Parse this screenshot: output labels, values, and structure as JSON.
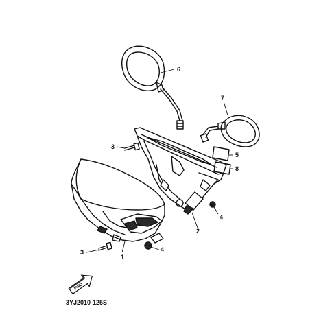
{
  "diagram": {
    "callouts": [
      "6",
      "7",
      "5",
      "8",
      "3",
      "4",
      "2",
      "3",
      "1",
      "4"
    ],
    "fwd_label": "FWD",
    "code": "3YJ2010-125S"
  }
}
